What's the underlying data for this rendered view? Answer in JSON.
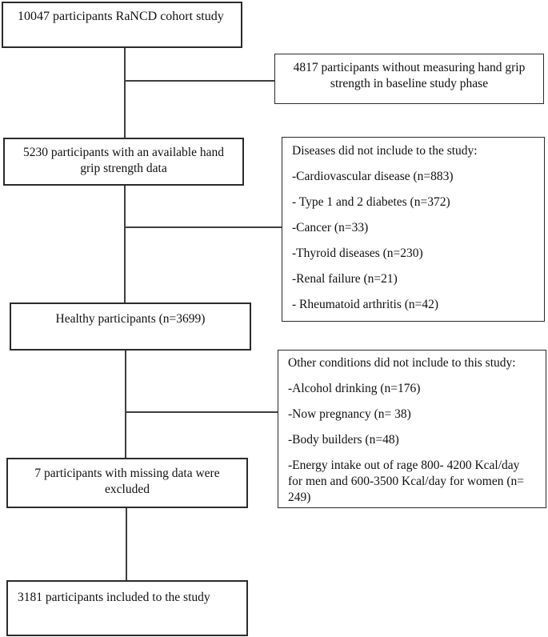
{
  "figure": {
    "description": "Participant selection flowchart of RaNCD cohort study",
    "colors": {
      "background": "#ffffff",
      "box_border": "#2b2b2b",
      "connector_line": "#3f3f3f",
      "text": "#111111"
    },
    "boxes": {
      "cohort": {
        "text": "10047 participants RaNCD cohort study"
      },
      "no_grip": {
        "text": "4817 participants without measuring hand grip strength in baseline study phase"
      },
      "available": {
        "text": "5230 participants with an available hand grip strength data"
      },
      "diseases": {
        "title": "Diseases did not include to the study:",
        "items": [
          "-Cardiovascular disease (n=883)",
          "- Type 1 and 2 diabetes (n=372)",
          "-Cancer (n=33)",
          "-Thyroid diseases (n=230)",
          "-Renal failure (n=21)",
          "- Rheumatoid arthritis (n=42)"
        ]
      },
      "healthy": {
        "text": "Healthy participants (n=3699)"
      },
      "other_conditions": {
        "title": "Other conditions did not include to this study:",
        "items": [
          "-Alcohol drinking (n=176)",
          "-Now pregnancy (n= 38)",
          "-Body builders (n=48)",
          "-Energy intake out of rage 800- 4200 Kcal/day for men and 600-3500 Kcal/day for women (n= 249)"
        ]
      },
      "missing": {
        "text": "7 participants with missing data were excluded"
      },
      "included": {
        "text": "3181 participants included to the study"
      }
    }
  }
}
